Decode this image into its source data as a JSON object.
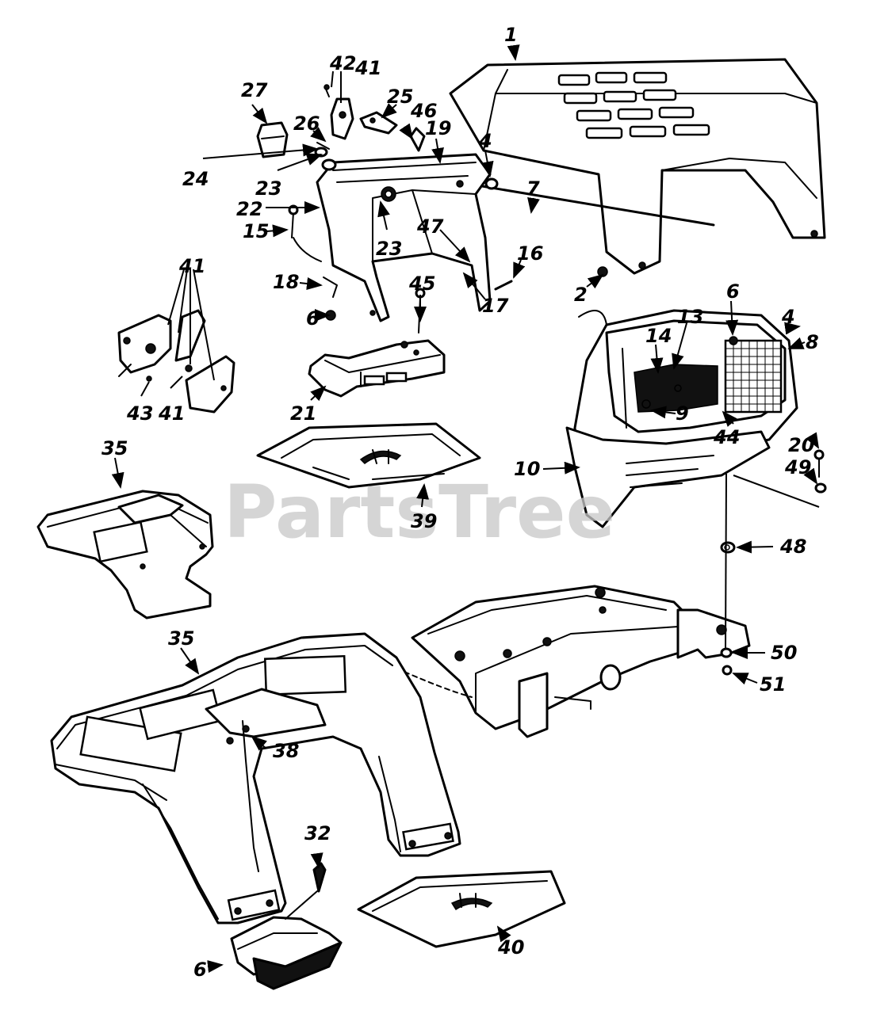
{
  "watermark": "PartsTree",
  "callouts": {
    "c1": "1",
    "c2": "2",
    "c4a": "4",
    "c4b": "4",
    "c6a": "6",
    "c6b": "6",
    "c6c": "6",
    "c7": "7",
    "c8": "8",
    "c9": "9",
    "c10": "10",
    "c13": "13",
    "c14": "14",
    "c15": "15",
    "c16": "16",
    "c17": "17",
    "c18": "18",
    "c19": "19",
    "c20": "20",
    "c21": "21",
    "c22": "22",
    "c23a": "23",
    "c23b": "23",
    "c24": "24",
    "c25": "25",
    "c26": "26",
    "c27": "27",
    "c32": "32",
    "c35a": "35",
    "c35b": "35",
    "c38": "38",
    "c39": "39",
    "c40": "40",
    "c41a": "41",
    "c41b": "41",
    "c41c": "41",
    "c42": "42",
    "c43": "43",
    "c44": "44",
    "c45": "45",
    "c46": "46",
    "c47": "47",
    "c48": "48",
    "c49": "49",
    "c50": "50",
    "c51": "51"
  }
}
